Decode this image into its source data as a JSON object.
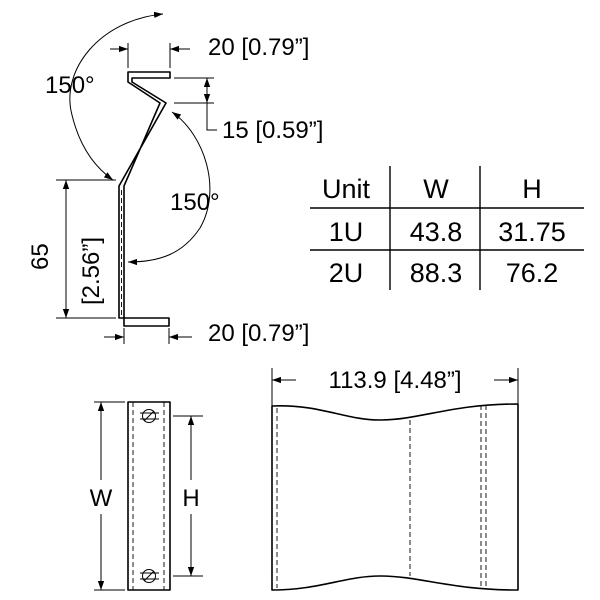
{
  "side_view": {
    "angle_top": "150°",
    "angle_mid": "150°",
    "flange_top_width": "20 [0.79”]",
    "offset_height": "15 [0.59”]",
    "height_mm": "65",
    "height_in": "[2.56”]",
    "flange_bottom_width": "20 [0.79”]"
  },
  "table": {
    "headers": [
      "Unit",
      "W",
      "H"
    ],
    "rows": [
      [
        "1U",
        "43.8",
        "31.75"
      ],
      [
        "2U",
        "88.3",
        "76.2"
      ]
    ]
  },
  "front_view": {
    "width_label": "W",
    "height_label": "H"
  },
  "top_view": {
    "length_label": "113.9 [4.48”]"
  }
}
